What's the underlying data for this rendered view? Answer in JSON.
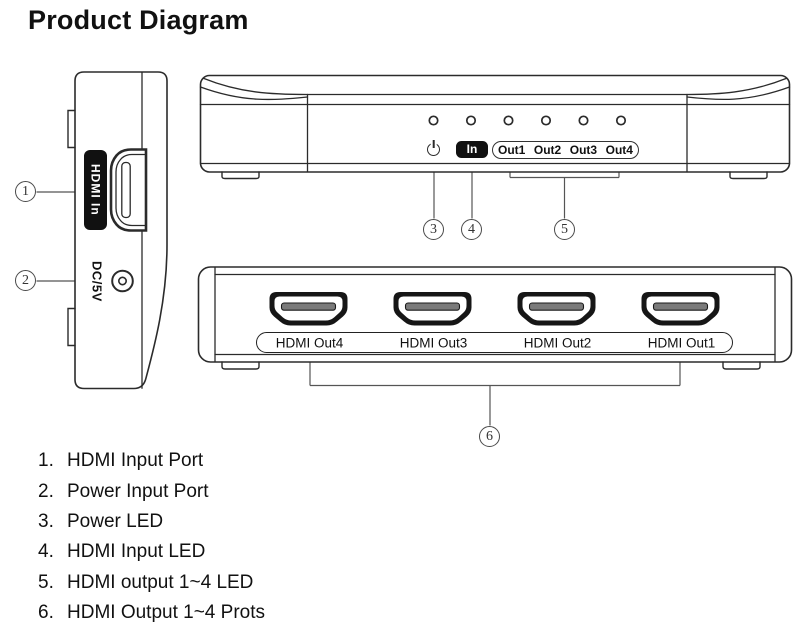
{
  "title": "Product Diagram",
  "colors": {
    "background": "#ffffff",
    "line": "#2b2b2b",
    "callout": "#4a4a4a",
    "badge_bg": "#111111",
    "badge_text": "#ffffff"
  },
  "icons": {
    "power_led": "power-icon"
  },
  "side_view": {
    "hdmi_in_label": "HDMI In",
    "power_port_label": "DC/5V",
    "callout_1": "1",
    "callout_2": "2"
  },
  "top_view": {
    "in_led_label": "In",
    "out_led_labels": [
      "Out1",
      "Out2",
      "Out3",
      "Out4"
    ],
    "callout_3": "3",
    "callout_4": "4",
    "callout_5": "5"
  },
  "bottom_view": {
    "port_labels": [
      "HDMI Out4",
      "HDMI Out3",
      "HDMI Out2",
      "HDMI Out1"
    ],
    "callout_6": "6"
  },
  "legend": {
    "items": [
      {
        "num": "1.",
        "text": "HDMI Input Port"
      },
      {
        "num": "2.",
        "text": "Power Input Port"
      },
      {
        "num": "3.",
        "text": "Power LED"
      },
      {
        "num": "4.",
        "text": "HDMI Input LED"
      },
      {
        "num": "5.",
        "text": "HDMI output 1~4 LED"
      },
      {
        "num": "6.",
        "text": "HDMI Output 1~4 Prots"
      }
    ]
  }
}
